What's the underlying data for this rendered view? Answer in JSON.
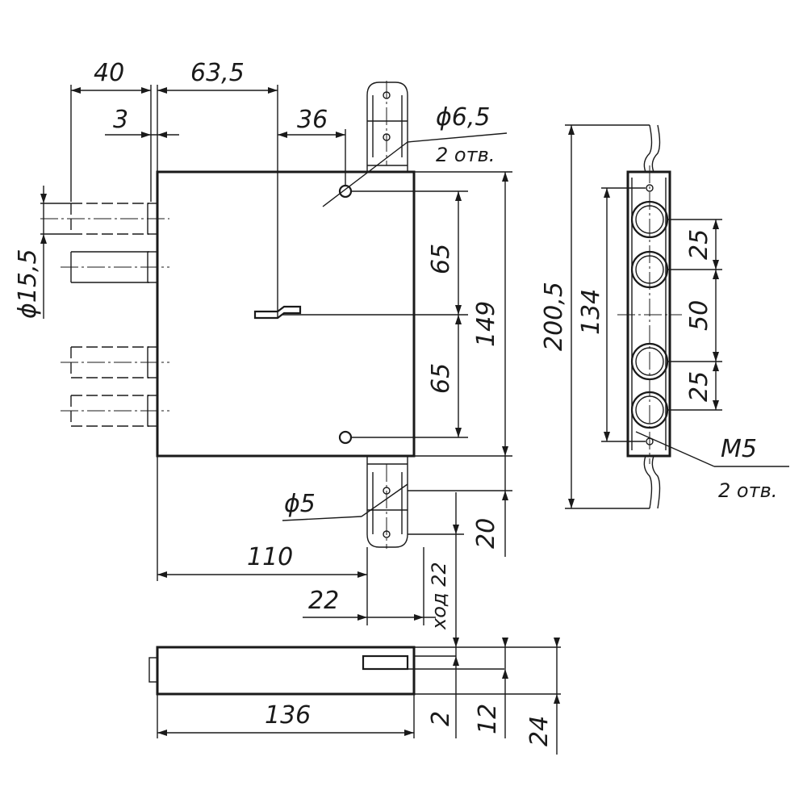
{
  "dimensions": {
    "d40": "40",
    "d63_5": "63,5",
    "d3": "3",
    "d36": "36",
    "hole_d6_5": "ϕ6,5",
    "holes_2_a": "2 отв.",
    "d15_5": "ϕ15,5",
    "d65_top": "65",
    "d65_bottom": "65",
    "d149": "149",
    "hole_d5": "ϕ5",
    "d20": "20",
    "d110": "110",
    "d22": "22",
    "stroke_22": "ход 22",
    "d136": "136",
    "d2": "2",
    "d12": "12",
    "d24": "24",
    "d200_5": "200,5",
    "d134": "134",
    "d25_top": "25",
    "d50": "50",
    "d25_bottom": "25",
    "thread_m5": "M5",
    "holes_2_b": "2 отв."
  }
}
